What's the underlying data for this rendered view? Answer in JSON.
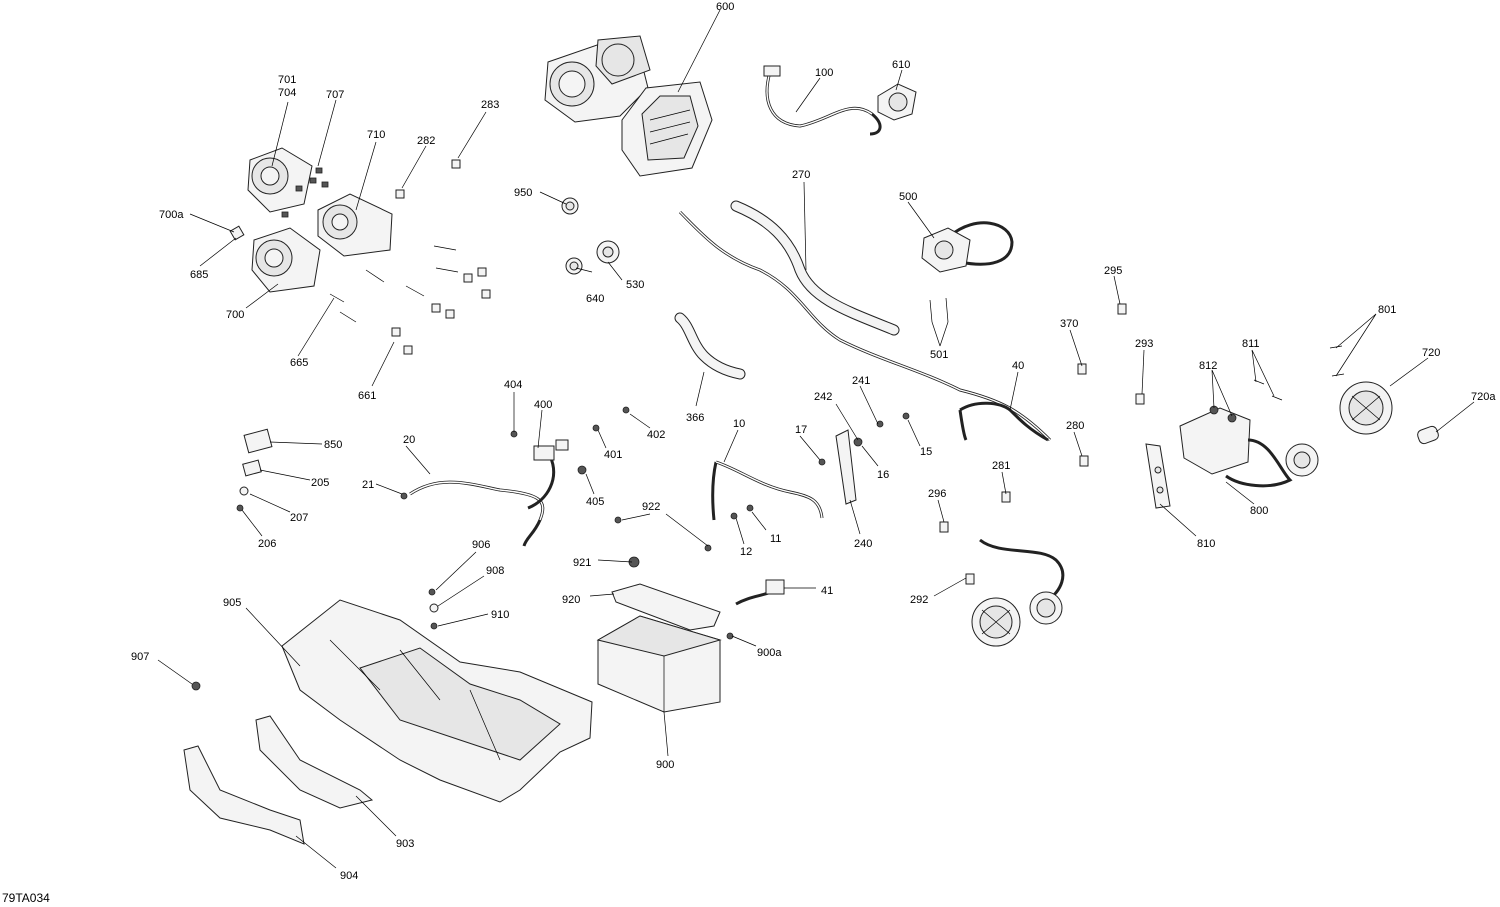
{
  "figure_id": "79TA034",
  "callouts": [
    {
      "id": "c600",
      "text": "600"
    },
    {
      "id": "c100",
      "text": "100"
    },
    {
      "id": "c610",
      "text": "610"
    },
    {
      "id": "c701",
      "text": "701"
    },
    {
      "id": "c704",
      "text": "704"
    },
    {
      "id": "c707",
      "text": "707"
    },
    {
      "id": "c283",
      "text": "283"
    },
    {
      "id": "c710",
      "text": "710"
    },
    {
      "id": "c282",
      "text": "282"
    },
    {
      "id": "c270",
      "text": "270"
    },
    {
      "id": "c950",
      "text": "950"
    },
    {
      "id": "c500",
      "text": "500"
    },
    {
      "id": "c700a",
      "text": "700a"
    },
    {
      "id": "c685",
      "text": "685"
    },
    {
      "id": "c530",
      "text": "530"
    },
    {
      "id": "c640",
      "text": "640"
    },
    {
      "id": "c295",
      "text": "295"
    },
    {
      "id": "c700",
      "text": "700"
    },
    {
      "id": "c801",
      "text": "801"
    },
    {
      "id": "c370",
      "text": "370"
    },
    {
      "id": "c501",
      "text": "501"
    },
    {
      "id": "c293",
      "text": "293"
    },
    {
      "id": "c811",
      "text": "811"
    },
    {
      "id": "c720",
      "text": "720"
    },
    {
      "id": "c665",
      "text": "665"
    },
    {
      "id": "c812",
      "text": "812"
    },
    {
      "id": "c40",
      "text": "40"
    },
    {
      "id": "c241",
      "text": "241"
    },
    {
      "id": "c404",
      "text": "404"
    },
    {
      "id": "c366",
      "text": "366"
    },
    {
      "id": "c661",
      "text": "661"
    },
    {
      "id": "c242",
      "text": "242"
    },
    {
      "id": "c720a",
      "text": "720a"
    },
    {
      "id": "c400",
      "text": "400"
    },
    {
      "id": "c402",
      "text": "402"
    },
    {
      "id": "c10",
      "text": "10"
    },
    {
      "id": "c17",
      "text": "17"
    },
    {
      "id": "c280",
      "text": "280"
    },
    {
      "id": "c20",
      "text": "20"
    },
    {
      "id": "c850",
      "text": "850"
    },
    {
      "id": "c401",
      "text": "401"
    },
    {
      "id": "c15",
      "text": "15"
    },
    {
      "id": "c16",
      "text": "16"
    },
    {
      "id": "c281",
      "text": "281"
    },
    {
      "id": "c21",
      "text": "21"
    },
    {
      "id": "c205",
      "text": "205"
    },
    {
      "id": "c405",
      "text": "405"
    },
    {
      "id": "c296",
      "text": "296"
    },
    {
      "id": "c800",
      "text": "800"
    },
    {
      "id": "c922",
      "text": "922"
    },
    {
      "id": "c207",
      "text": "207"
    },
    {
      "id": "c11",
      "text": "11"
    },
    {
      "id": "c206",
      "text": "206"
    },
    {
      "id": "c240",
      "text": "240"
    },
    {
      "id": "c810",
      "text": "810"
    },
    {
      "id": "c12",
      "text": "12"
    },
    {
      "id": "c906",
      "text": "906"
    },
    {
      "id": "c921",
      "text": "921"
    },
    {
      "id": "c908",
      "text": "908"
    },
    {
      "id": "c41",
      "text": "41"
    },
    {
      "id": "c920",
      "text": "920"
    },
    {
      "id": "c292",
      "text": "292"
    },
    {
      "id": "c905",
      "text": "905"
    },
    {
      "id": "c910",
      "text": "910"
    },
    {
      "id": "c900a",
      "text": "900a"
    },
    {
      "id": "c907",
      "text": "907"
    },
    {
      "id": "c900",
      "text": "900"
    },
    {
      "id": "c903",
      "text": "903"
    },
    {
      "id": "c904",
      "text": "904"
    }
  ]
}
